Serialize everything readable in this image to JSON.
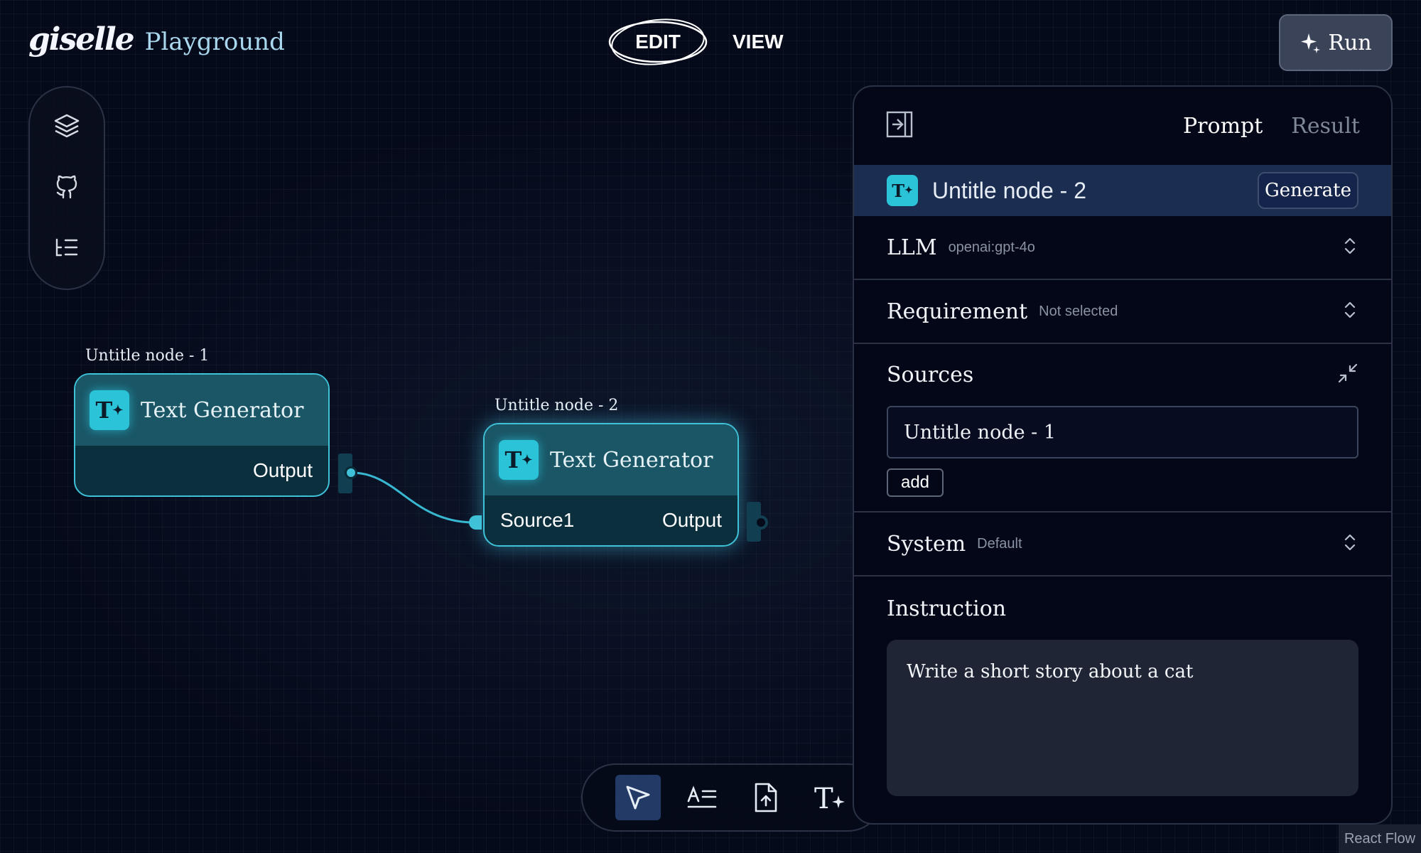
{
  "header": {
    "logo_text": "giselle",
    "app_name": "Playground",
    "mode_edit": "EDIT",
    "mode_view": "VIEW",
    "run_label": "Run"
  },
  "left_toolbar": {
    "icons": [
      "layers-icon",
      "github-icon",
      "list-indent-icon"
    ]
  },
  "nodes": [
    {
      "title": "Untitle node - 1",
      "type_label": "Text Generator",
      "badge": "T",
      "output_label": "Output"
    },
    {
      "title": "Untitle node - 2",
      "type_label": "Text Generator",
      "badge": "T",
      "source_label": "Source1",
      "output_label": "Output"
    }
  ],
  "bottom_toolbar": {
    "tools": [
      "pointer-icon",
      "text-prompt-icon",
      "file-upload-icon",
      "text-generator-icon"
    ],
    "selected": "pointer-icon"
  },
  "panel": {
    "tabs": {
      "prompt": "Prompt",
      "result": "Result",
      "active": "Prompt"
    },
    "node_name": "Untitle node - 2",
    "generate_label": "Generate",
    "llm": {
      "label": "LLM",
      "value": "openai:gpt-4o"
    },
    "requirement": {
      "label": "Requirement",
      "value": "Not selected"
    },
    "sources": {
      "label": "Sources",
      "items": [
        "Untitle node - 1"
      ],
      "add_label": "add"
    },
    "system": {
      "label": "System",
      "value": "Default"
    },
    "instruction": {
      "label": "Instruction",
      "text": "Write a short story about a cat"
    }
  },
  "colors": {
    "accent": "#3fc1d8",
    "background": "#050a1a",
    "panel_selected": "#1b2e52"
  },
  "attribution": "React Flow"
}
